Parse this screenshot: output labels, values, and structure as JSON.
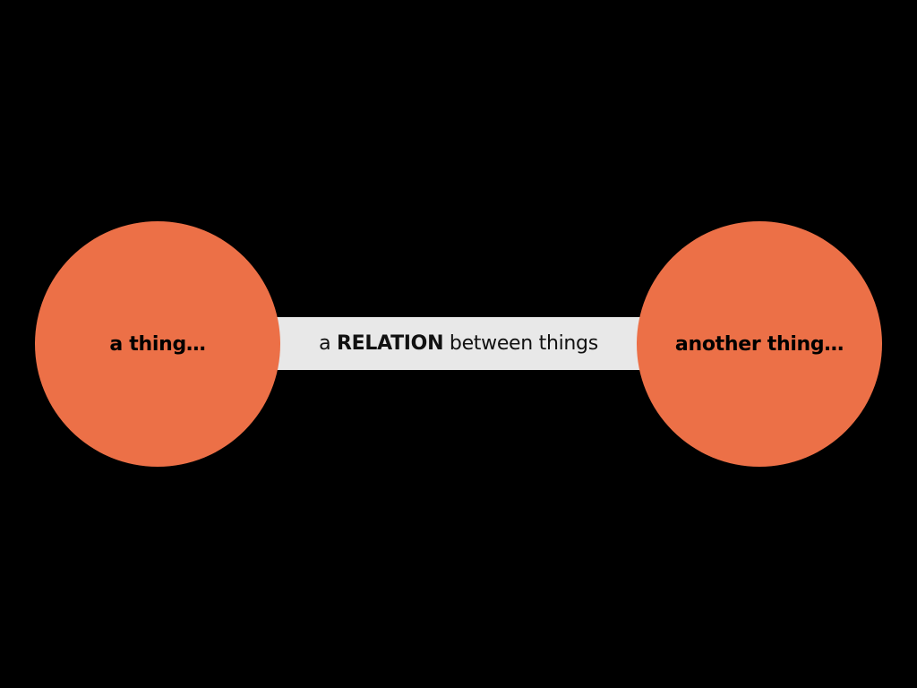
{
  "colors": {
    "background": "#000000",
    "node_fill": "#EC7047",
    "relation_fill": "#E8E8E8",
    "text": "#000000"
  },
  "nodes": {
    "left": {
      "label": "a thing…"
    },
    "right": {
      "label": "another thing…"
    }
  },
  "relation": {
    "prefix": "a",
    "keyword": "RELATION",
    "suffix": "between things"
  }
}
